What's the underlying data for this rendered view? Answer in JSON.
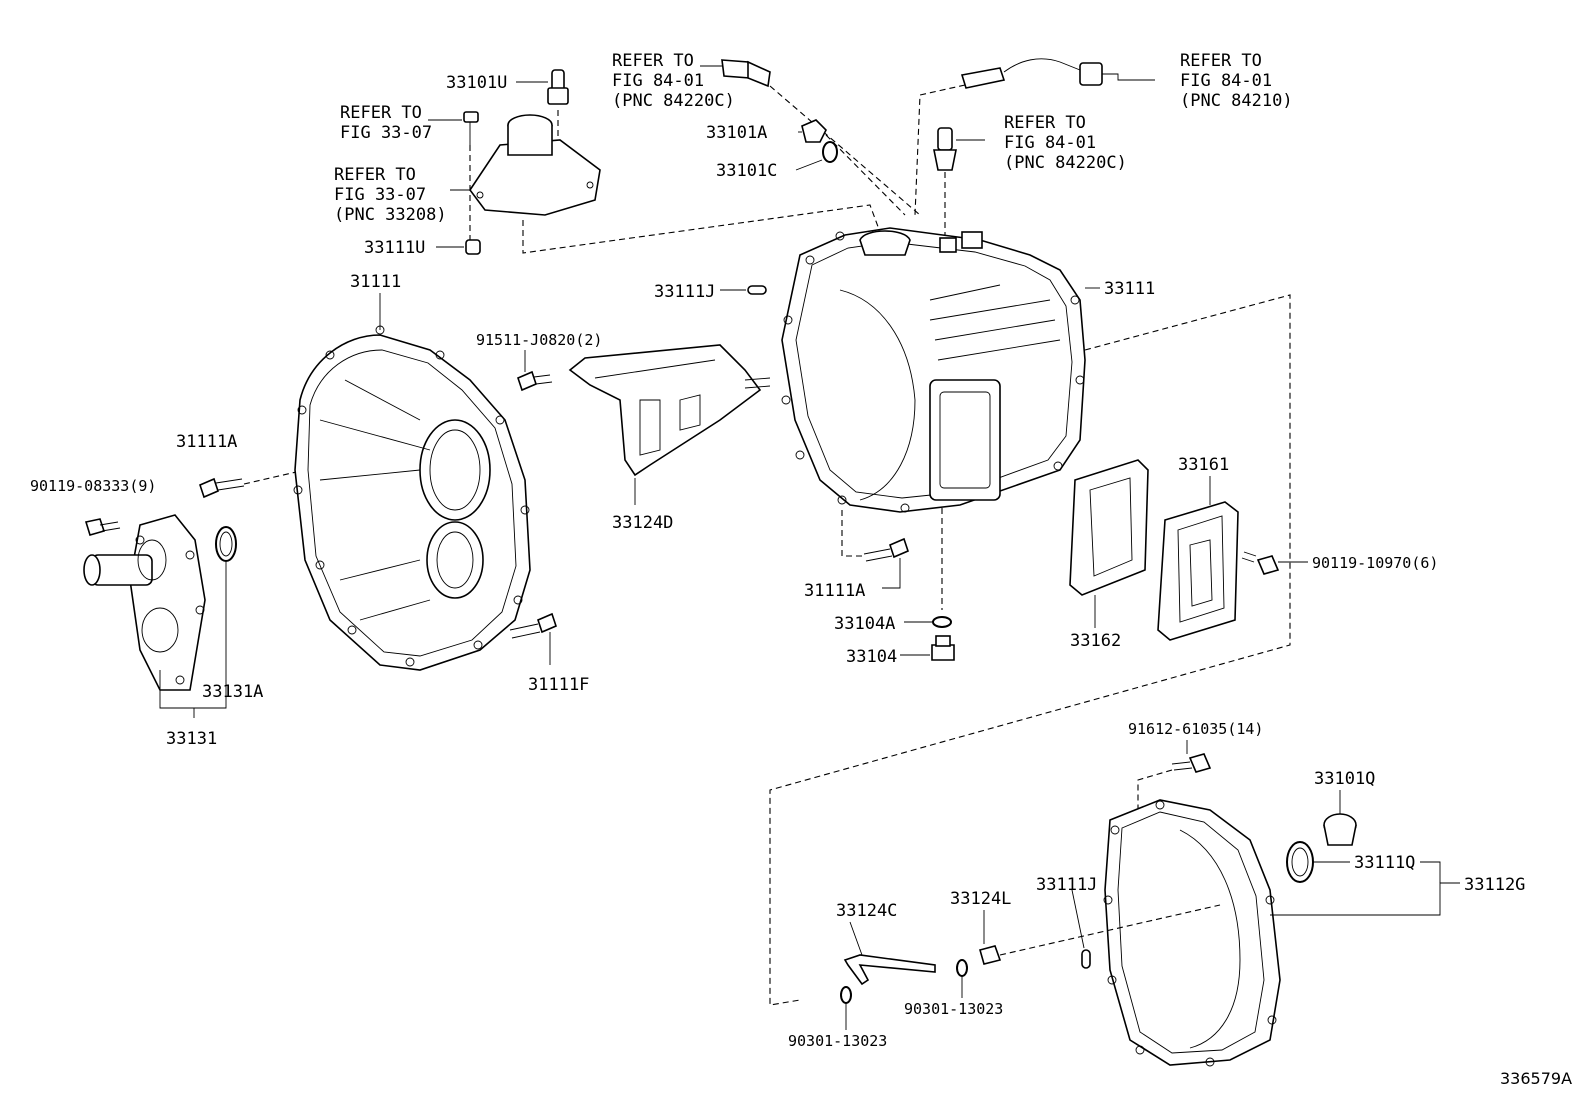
{
  "figure_id": "336579A",
  "refer": {
    "fig_84_01_84220c_top": [
      "REFER TO",
      "FIG 84-01",
      "(PNC 84220C)"
    ],
    "fig_84_01_84210": [
      "REFER TO",
      "FIG 84-01",
      "(PNC 84210)"
    ],
    "fig_84_01_84220c_mid": [
      "REFER TO",
      "FIG 84-01",
      "(PNC 84220C)"
    ],
    "fig_33_07_a": [
      "REFER TO",
      "FIG 33-07"
    ],
    "fig_33_07_b": [
      "REFER TO",
      "FIG 33-07",
      "(PNC 33208)"
    ]
  },
  "parts": {
    "p33101U": "33101U",
    "p33111U": "33111U",
    "p31111": "31111",
    "p91511": "91511-J0820(2)",
    "p31111A_left": "31111A",
    "p90119_08333": "90119-08333(9)",
    "p33131A": "33131A",
    "p33131": "33131",
    "p31111F": "31111F",
    "p33124D": "33124D",
    "p33101A": "33101A",
    "p33101C": "33101C",
    "p33111J_top": "33111J",
    "p33111": "33111",
    "p31111A_mid": "31111A",
    "p33104A": "33104A",
    "p33104": "33104",
    "p33162": "33162",
    "p33161": "33161",
    "p90119_10970": "90119-10970(6)",
    "p91612": "91612-61035(14)",
    "p33101Q": "33101Q",
    "p33111Q": "33111Q",
    "p33112G": "33112G",
    "p33111J_bot": "33111J",
    "p33124C": "33124C",
    "p33124L": "33124L",
    "p90301_a": "90301-13023",
    "p90301_b": "90301-13023"
  }
}
